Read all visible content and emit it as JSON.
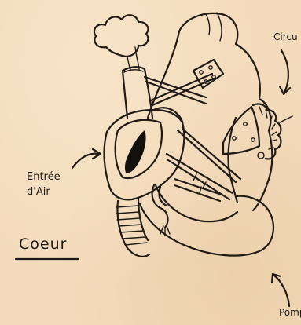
{
  "labels": {
    "entree": "Entrée\nd'Air",
    "title": "Coeur",
    "circu": "Circu",
    "pomp": "Pomp"
  }
}
